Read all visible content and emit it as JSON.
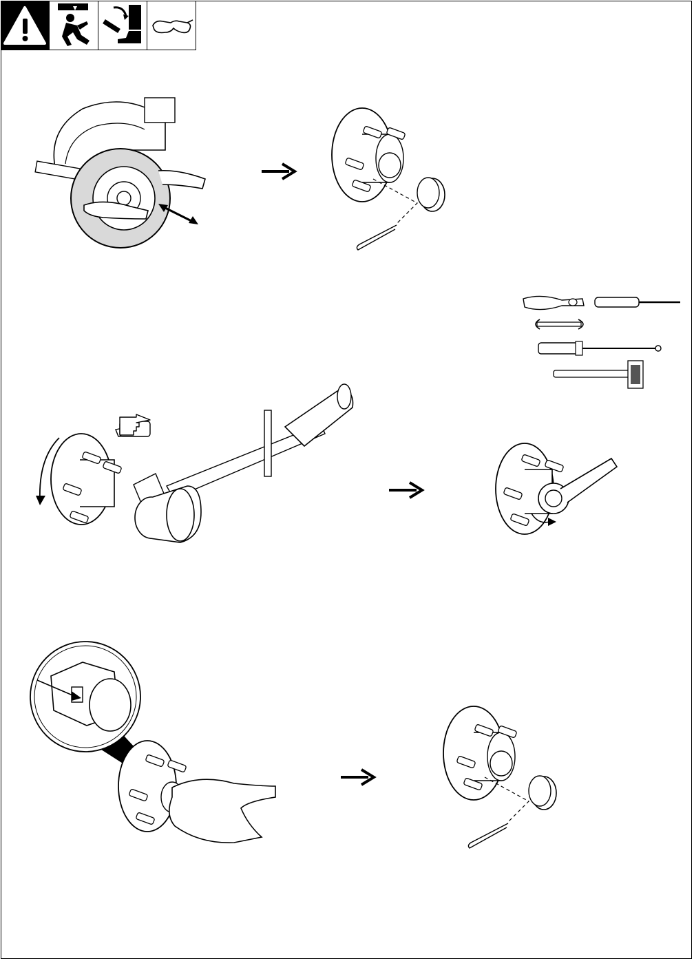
{
  "safety_symbols": [
    {
      "icon": "warning-triangle-icon"
    },
    {
      "icon": "falling-object-hazard-icon"
    },
    {
      "icon": "crushing-foot-hazard-icon"
    },
    {
      "icon": "safety-glasses-icon"
    }
  ],
  "illustrations": [
    {
      "icon": "trailer-wheel-check-illustration"
    },
    {
      "icon": "hub-cap-cotter-pin-removal-illustration"
    },
    {
      "icon": "tools-required-illustration"
    },
    {
      "icon": "torque-wrench-illustration"
    },
    {
      "icon": "wrench-nut-loosen-illustration"
    },
    {
      "icon": "cotter-pin-alignment-illustration"
    },
    {
      "icon": "hub-cap-reinstall-illustration"
    }
  ],
  "colors": {
    "ink": "#000000",
    "paper": "#ffffff",
    "tire_shade": "#d9d9d9",
    "mallet": "#555555"
  }
}
